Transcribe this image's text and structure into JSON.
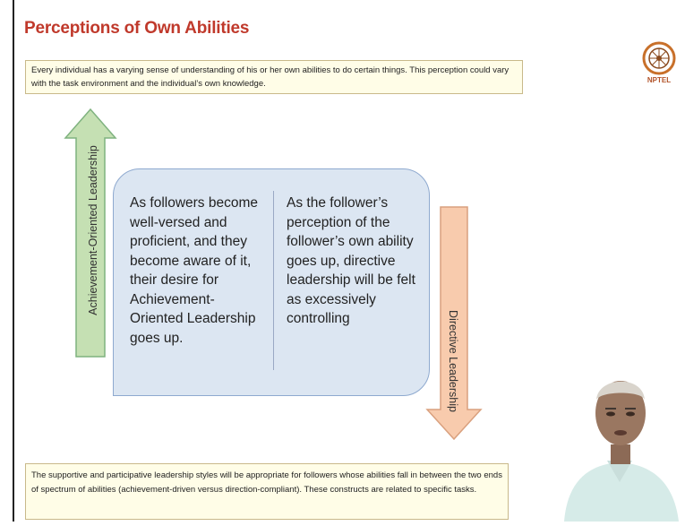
{
  "slide": {
    "title": "Perceptions of Own Abilities",
    "top_note": "Every individual has a  varying sense of understanding of his or her own abilities to do certain things. This perception could vary with the task environment and the individual’s own knowledge.",
    "left_column": "As followers become well-versed and proficient, and they become aware of it, their desire for Achievement-Oriented Leadership goes up.",
    "right_column": "As the follower’s perception of the follower’s own ability goes up, directive leadership will be felt as excessively controlling",
    "up_arrow_label": "Achievement-Oriented Leadership",
    "down_arrow_label": "Directive Leadership",
    "bottom_note": "The supportive and participative leadership styles will be appropriate for followers whose abilities fall in between the two ends of spectrum of abilities (achievement-driven versus direction-compliant). These constructs are related to specific tasks."
  },
  "logo": {
    "text": "NPTEL",
    "icon": "nptel-wheel-icon"
  },
  "colors": {
    "title": "#c0392b",
    "up_arrow": "#c5e0b3",
    "down_arrow": "#f8cbad",
    "box_fill": "#dce6f2",
    "note_fill": "#fffde7"
  }
}
